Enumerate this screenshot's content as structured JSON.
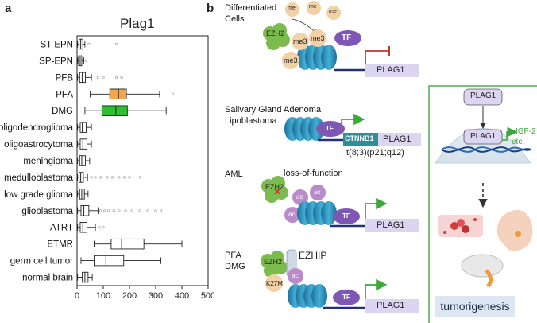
{
  "panel_a_label": "a",
  "panel_b_label": "b",
  "chart_data": {
    "type": "boxplot",
    "title": "Plag1",
    "xlim": [
      0,
      500
    ],
    "xticks": [
      0,
      100,
      200,
      300,
      400,
      500
    ],
    "categories": [
      "ST-EPN",
      "SP-EPN",
      "PFB",
      "PFA",
      "DMG",
      "oligodendroglioma",
      "oligoastrocytoma",
      "meningioma",
      "medulloblastoma",
      "low grade glioma",
      "glioblastoma",
      "ATRT",
      "ETMR",
      "germ cell tumor",
      "normal brain"
    ],
    "boxes": [
      {
        "q1": 8,
        "median": 14,
        "q3": 22,
        "wlo": 2,
        "whi": 30,
        "color": "#ffffff",
        "outliers": [
          45,
          150
        ]
      },
      {
        "q1": 6,
        "median": 12,
        "q3": 18,
        "wlo": 2,
        "whi": 26,
        "color": "#ffffff",
        "outliers": [
          35
        ]
      },
      {
        "q1": 10,
        "median": 20,
        "q3": 32,
        "wlo": 2,
        "whi": 55,
        "color": "#ffffff",
        "outliers": [
          80,
          100,
          150,
          170
        ]
      },
      {
        "q1": 125,
        "median": 158,
        "q3": 188,
        "wlo": 50,
        "whi": 315,
        "color": "#f5a449",
        "outliers": [
          365
        ]
      },
      {
        "q1": 95,
        "median": 148,
        "q3": 192,
        "wlo": 30,
        "whi": 340,
        "color": "#2ec12e",
        "outliers": []
      },
      {
        "q1": 12,
        "median": 20,
        "q3": 35,
        "wlo": 2,
        "whi": 55,
        "color": "#ffffff",
        "outliers": []
      },
      {
        "q1": 12,
        "median": 22,
        "q3": 38,
        "wlo": 2,
        "whi": 55,
        "color": "#ffffff",
        "outliers": []
      },
      {
        "q1": 10,
        "median": 18,
        "q3": 32,
        "wlo": 2,
        "whi": 48,
        "color": "#ffffff",
        "outliers": []
      },
      {
        "q1": 8,
        "median": 14,
        "q3": 24,
        "wlo": 2,
        "whi": 40,
        "color": "#ffffff",
        "outliers": [
          55,
          70,
          90,
          115,
          135,
          160,
          180,
          200,
          240
        ]
      },
      {
        "q1": 10,
        "median": 18,
        "q3": 28,
        "wlo": 2,
        "whi": 42,
        "color": "#ffffff",
        "outliers": []
      },
      {
        "q1": 15,
        "median": 26,
        "q3": 45,
        "wlo": 2,
        "whi": 80,
        "color": "#ffffff",
        "outliers": [
          90,
          105,
          120,
          140,
          160,
          185,
          210,
          240,
          270,
          300,
          320
        ]
      },
      {
        "q1": 12,
        "median": 22,
        "q3": 38,
        "wlo": 2,
        "whi": 70,
        "color": "#ffffff",
        "outliers": [
          85,
          100
        ]
      },
      {
        "q1": 130,
        "median": 170,
        "q3": 255,
        "wlo": 65,
        "whi": 400,
        "color": "#ffffff",
        "outliers": []
      },
      {
        "q1": 65,
        "median": 110,
        "q3": 178,
        "wlo": 15,
        "whi": 320,
        "color": "#ffffff",
        "outliers": []
      },
      {
        "q1": 20,
        "median": 30,
        "q3": 42,
        "wlo": 2,
        "whi": 58,
        "color": "#ffffff",
        "outliers": []
      }
    ]
  },
  "diagram": {
    "diff_cells": "Differentiated\nCells",
    "ezh2": "EZH2",
    "me": "me",
    "me3": "me3",
    "tf": "TF",
    "plag1": "PLAG1",
    "salivary": "Salivary Gland Adenoma\nLipoblastoma",
    "ctnnb1": "CTNNB1",
    "translocation": "t(8;3)(p21;q12)",
    "aml": "AML",
    "lof": "loss-of-function",
    "ac": "ac",
    "pfa_dmg": "PFA\nDMG",
    "ezhip": "EZHIP",
    "k27m": "K27M",
    "igf2": "IGF-2",
    "etc": "etc.",
    "tumorigenesis": "tumorigenesis",
    "colors": {
      "tf": "#7e57b5",
      "plag1_box": "#dcd5f2",
      "me": "#f2d1a6",
      "ezh2": "#7cbc4f",
      "ac": "#b98cc9",
      "arrow_green": "#3aa93a",
      "dna": "#2d6fb5",
      "nuc": "#2f8fb4",
      "panel_border": "#4caf50"
    }
  }
}
